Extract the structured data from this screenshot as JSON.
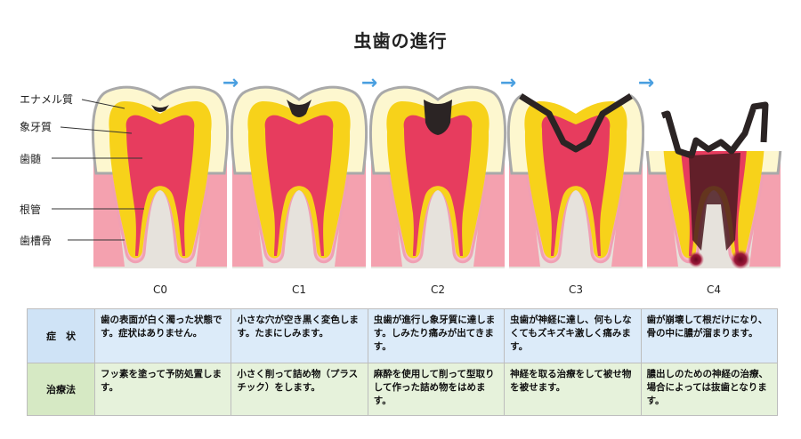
{
  "title": "虫歯の進行",
  "anatomy_labels": [
    "エナメル質",
    "象牙質",
    "歯髄",
    "根管",
    "歯槽骨"
  ],
  "stages": [
    {
      "label": "C0",
      "decay": 0
    },
    {
      "label": "C1",
      "decay": 1
    },
    {
      "label": "C2",
      "decay": 2
    },
    {
      "label": "C3",
      "decay": 3
    },
    {
      "label": "C4",
      "decay": 4
    }
  ],
  "arrow_glyph": "→",
  "colors": {
    "enamel": "#fdf7cf",
    "dentin": "#f7d21a",
    "pulp": "#e73c5e",
    "gum": "#f59aaa",
    "bone": "#e6e2dc",
    "arrow": "#4a9fe0",
    "decay": "#2b2424",
    "abscess": "#8a1030"
  },
  "table": {
    "row_symptom": {
      "header": "症　状",
      "cells": [
        "歯の表面が白く濁った状態です。症状はありません。",
        "小さな穴が空き黒く変色します。たまにしみます。",
        "虫歯が進行し象牙質に達します。しみたり痛みが出てきます。",
        "虫歯が神経に達し、何もしなくてもズキズキ激しく痛みます。",
        "歯が崩壊して根だけになり、骨の中に膿が溜まります。"
      ]
    },
    "row_treatment": {
      "header": "治療法",
      "cells": [
        "フッ素を塗って予防処置します。",
        "小さく削って詰め物（プラスチック）をします。",
        "麻酔を使用して削って型取りして作った詰め物をはめます。",
        "神経を取る治療をして被せ物を被せます。",
        "膿出しのための神経の治療、場合によっては抜歯となります。"
      ]
    }
  }
}
